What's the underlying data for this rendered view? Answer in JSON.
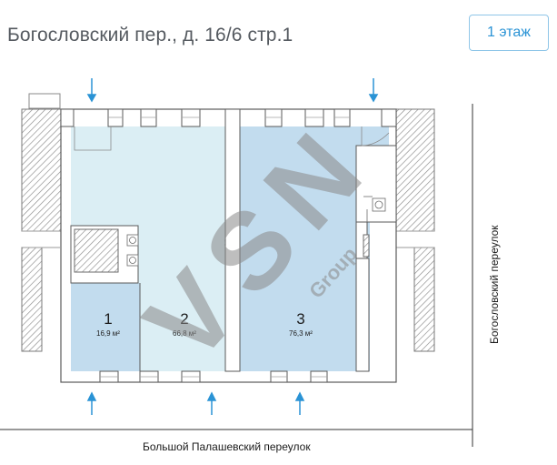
{
  "header": {
    "address": "Богословский пер., д. 16/6 стр.1",
    "floor_label": "1 этаж"
  },
  "streets": {
    "bottom": "Большой Палашевский переулок",
    "right": "Богословский переулок"
  },
  "rooms": [
    {
      "number": "1",
      "area": "16,9 м²"
    },
    {
      "number": "2",
      "area": "66,8 м²"
    },
    {
      "number": "3",
      "area": "76,3 м²"
    }
  ],
  "watermark": {
    "brand": "VSN",
    "sub": "Group"
  },
  "colors": {
    "room_light": "#dbeef4",
    "room_medium": "#c2dcee",
    "wall": "#707070",
    "hatch": "#8a8a8a",
    "arrow": "#2a93d5",
    "accent": "#2a93d5"
  }
}
